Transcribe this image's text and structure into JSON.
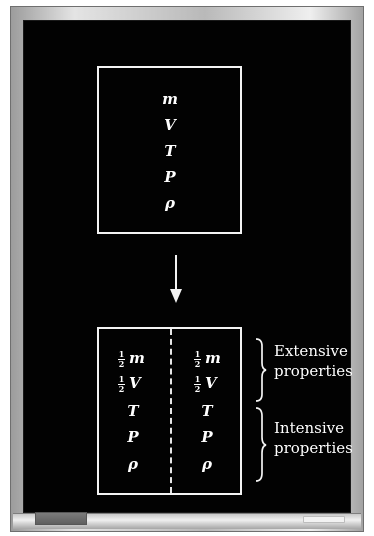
{
  "diagram": {
    "initial_state": {
      "symbols": [
        "m",
        "V",
        "T",
        "P",
        "ρ"
      ]
    },
    "split_state": {
      "left_column": [
        {
          "fraction": {
            "numerator": "1",
            "denominator": "2"
          },
          "symbol": "m"
        },
        {
          "fraction": {
            "numerator": "1",
            "denominator": "2"
          },
          "symbol": "V"
        },
        {
          "symbol": "T"
        },
        {
          "symbol": "P"
        },
        {
          "symbol": "ρ"
        }
      ],
      "right_column": [
        {
          "fraction": {
            "numerator": "1",
            "denominator": "2"
          },
          "symbol": "m"
        },
        {
          "fraction": {
            "numerator": "1",
            "denominator": "2"
          },
          "symbol": "V"
        },
        {
          "symbol": "T"
        },
        {
          "symbol": "P"
        },
        {
          "symbol": "ρ"
        }
      ]
    },
    "groups": {
      "extensive": {
        "line1": "Extensive",
        "line2": "properties"
      },
      "intensive": {
        "line1": "Intensive",
        "line2": "properties"
      }
    },
    "colors": {
      "board": "#020202",
      "chalk": "#f3f3f3",
      "frame": "#c7c7c7"
    }
  }
}
